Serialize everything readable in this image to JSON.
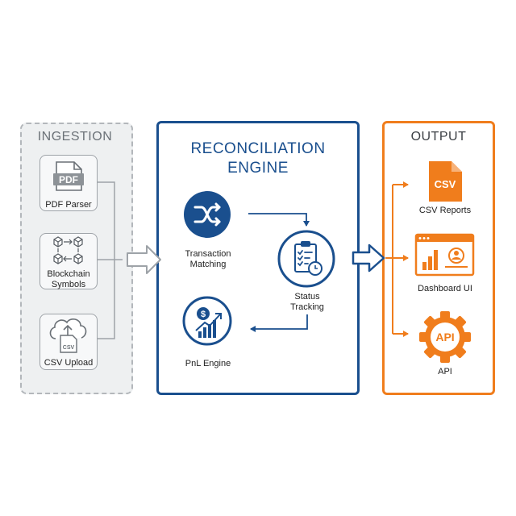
{
  "ingestion": {
    "title": "INGESTION",
    "items": [
      {
        "label": "PDF Parser",
        "icon": "pdf-file-icon",
        "icon_text": "PDF"
      },
      {
        "label_lines": [
          "Blockchain",
          "Symbols"
        ],
        "icon": "blockchain-cubes-icon"
      },
      {
        "label": "CSV Upload",
        "icon": "cloud-upload-csv-icon",
        "icon_text": "CSV"
      }
    ]
  },
  "engine": {
    "title_lines": [
      "RECONCILIATION",
      "ENGINE"
    ],
    "nodes": [
      {
        "label_lines": [
          "Transaction",
          "Matching"
        ],
        "icon": "shuffle-icon"
      },
      {
        "label_lines": [
          "Status",
          "Tracking"
        ],
        "icon": "clipboard-clock-icon"
      },
      {
        "label": "PnL Engine",
        "icon": "dollar-growth-chart-icon",
        "icon_text": "$"
      }
    ]
  },
  "output": {
    "title": "OUTPUT",
    "items": [
      {
        "label": "CSV Reports",
        "icon": "csv-file-icon",
        "icon_text": "CSV"
      },
      {
        "label": "Dashboard UI",
        "icon": "dashboard-window-icon"
      },
      {
        "label": "API",
        "icon": "api-gear-icon",
        "icon_text": "API"
      }
    ]
  },
  "colors": {
    "ingestion_border": "#b3b7bb",
    "ingestion_bg": "#eef0f1",
    "engine_blue": "#1a4f8e",
    "output_orange": "#f07d1c",
    "connector_gray": "#9ea3a8"
  }
}
